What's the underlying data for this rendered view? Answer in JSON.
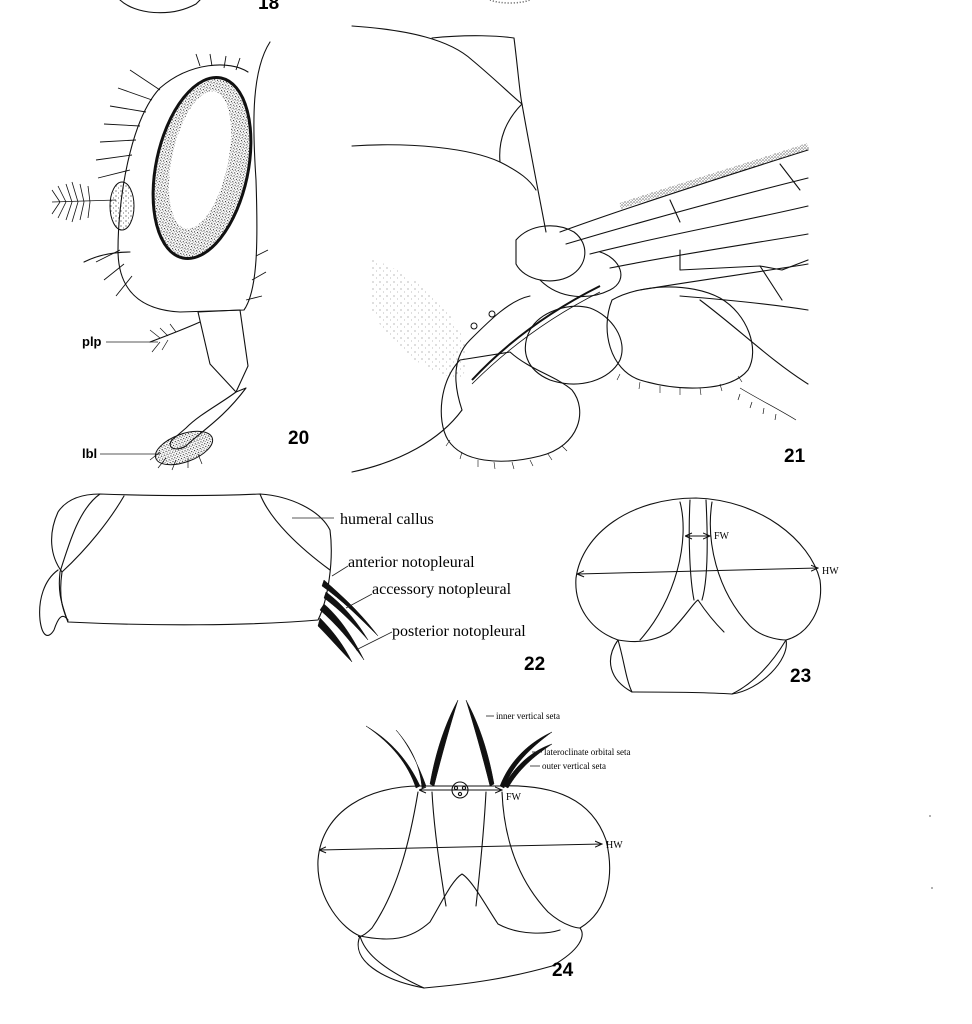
{
  "figures": {
    "fig18": {
      "number": "18"
    },
    "fig20": {
      "number": "20",
      "labels": {
        "plp": "plp",
        "lbl": "lbl"
      }
    },
    "fig21": {
      "number": "21"
    },
    "fig22": {
      "number": "22",
      "labels": {
        "humeral_callus": "humeral callus",
        "anterior_notopleural": "anterior notopleural",
        "accessory_notopleural": "accessory notopleural",
        "posterior_notopleural": "posterior notopleural"
      }
    },
    "fig23": {
      "number": "23",
      "labels": {
        "fw": "FW",
        "hw": "HW"
      }
    },
    "fig24": {
      "number": "24",
      "labels": {
        "inner_vertical_seta": "inner vertical seta",
        "lateroclinate_orbital_seta": "lateroclinate orbital seta",
        "outer_vertical_seta": "outer vertical seta",
        "fw": "FW",
        "hw": "HW"
      }
    }
  }
}
